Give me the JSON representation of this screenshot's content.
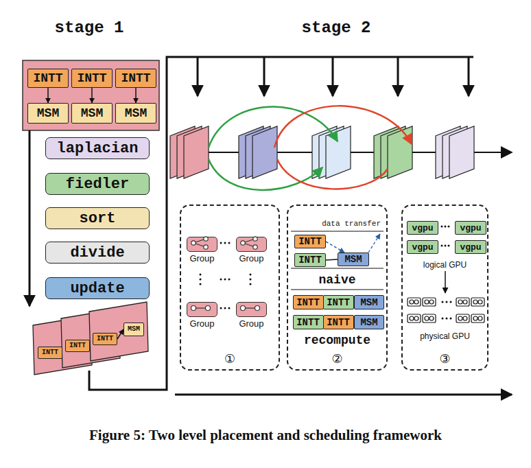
{
  "diagram": {
    "caption": "Figure 5: Two level placement and scheduling framework",
    "nodes": [
      {
        "text": [
          "INTT"
        ]
      },
      {
        "text": [
          "INTT"
        ]
      },
      {
        "text": [
          "INTT"
        ]
      },
      {
        "text": [
          "MSM"
        ]
      },
      {
        "text": [
          "MSM"
        ]
      },
      {
        "text": [
          "MSM"
        ]
      },
      {
        "text": [
          "laplacian"
        ]
      },
      {
        "text": [
          "fiedler"
        ]
      },
      {
        "text": [
          "sort"
        ]
      },
      {
        "text": [
          "divide"
        ]
      },
      {
        "text": [
          "update"
        ]
      },
      {
        "text": [
          "INTT"
        ]
      },
      {
        "text": [
          "INTT"
        ]
      },
      {
        "text": [
          "INTT"
        ]
      },
      {
        "text": [
          "MSM"
        ]
      },
      {
        "text": [
          "①"
        ]
      },
      {
        "text": [
          "Group"
        ],
        "in": 15
      },
      {
        "text": [
          "Group"
        ],
        "in": 15
      },
      {
        "text": [
          "Group"
        ],
        "in": 15
      },
      {
        "text": [
          "Group"
        ],
        "in": 15
      },
      {
        "text": [
          "data transfer",
          "naive",
          "recompute",
          "②"
        ]
      },
      {
        "text": [
          "INTT"
        ],
        "in": 20
      },
      {
        "text": [
          "INTT"
        ],
        "in": 20
      },
      {
        "text": [
          "MSM"
        ],
        "in": 20
      },
      {
        "text": [
          "INTT"
        ],
        "in": 20
      },
      {
        "text": [
          "INTT"
        ],
        "in": 20
      },
      {
        "text": [
          "MSM"
        ],
        "in": 20
      },
      {
        "text": [
          "INTT"
        ],
        "in": 20
      },
      {
        "text": [
          "INTT"
        ],
        "in": 20
      },
      {
        "text": [
          "MSM"
        ],
        "in": 20
      },
      {
        "text": [
          "logical GPU",
          "physical GPU",
          "③"
        ]
      },
      {
        "text": [
          "vgpu"
        ],
        "in": 30
      },
      {
        "text": [
          "vgpu"
        ],
        "in": 30
      },
      {
        "text": [
          "vgpu"
        ],
        "in": 30
      },
      {
        "text": [
          "vgpu"
        ],
        "in": 30
      }
    ],
    "edges": [
      {
        "from": 0,
        "to": 3,
        "arrow": "to"
      },
      {
        "from": 1,
        "to": 4,
        "arrow": "to"
      },
      {
        "from": 2,
        "to": 5,
        "arrow": "to"
      },
      {
        "from": 13,
        "to": 14,
        "arrow": "to"
      },
      {
        "from": 21,
        "to": 23,
        "arrow": "to"
      },
      {
        "from": 22,
        "to": 23,
        "arrow": "none"
      }
    ],
    "labels": [
      "stage 1",
      "stage 2"
    ]
  }
}
